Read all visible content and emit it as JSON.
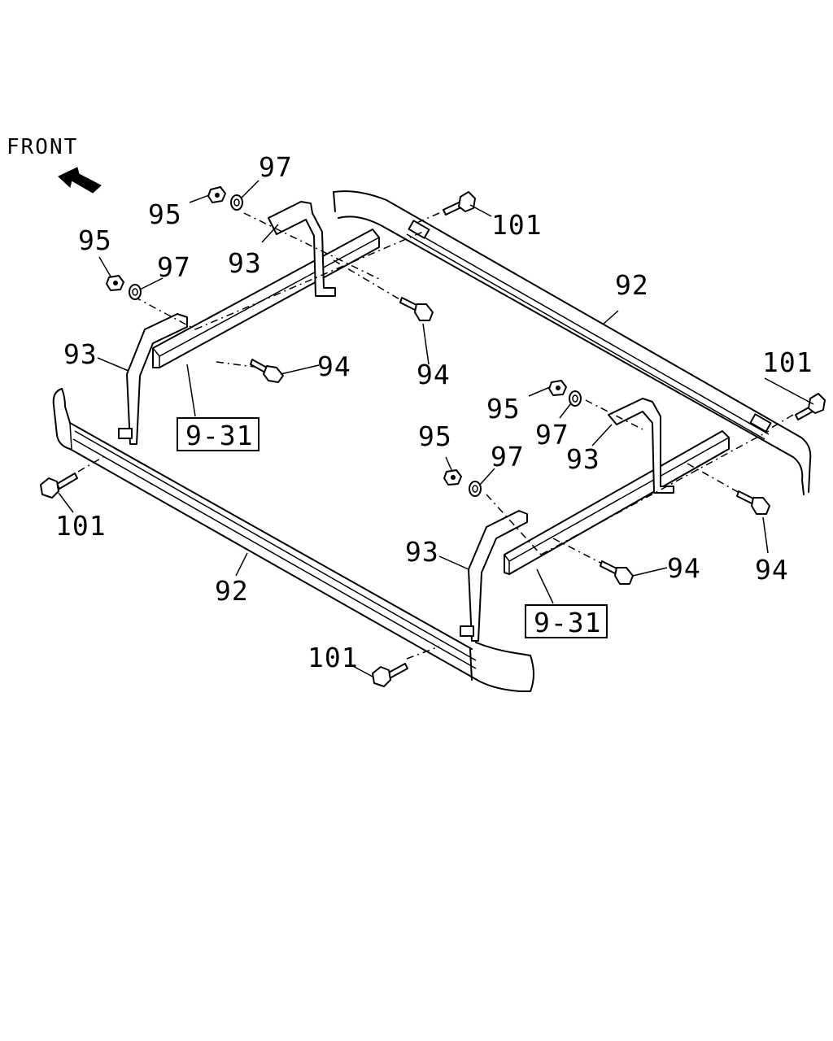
{
  "front_label": "FRONT",
  "labels": {
    "p92": "92",
    "p93": "93",
    "p94": "94",
    "p95": "95",
    "p97": "97",
    "p101": "101",
    "ref_9_31": "9-31"
  }
}
